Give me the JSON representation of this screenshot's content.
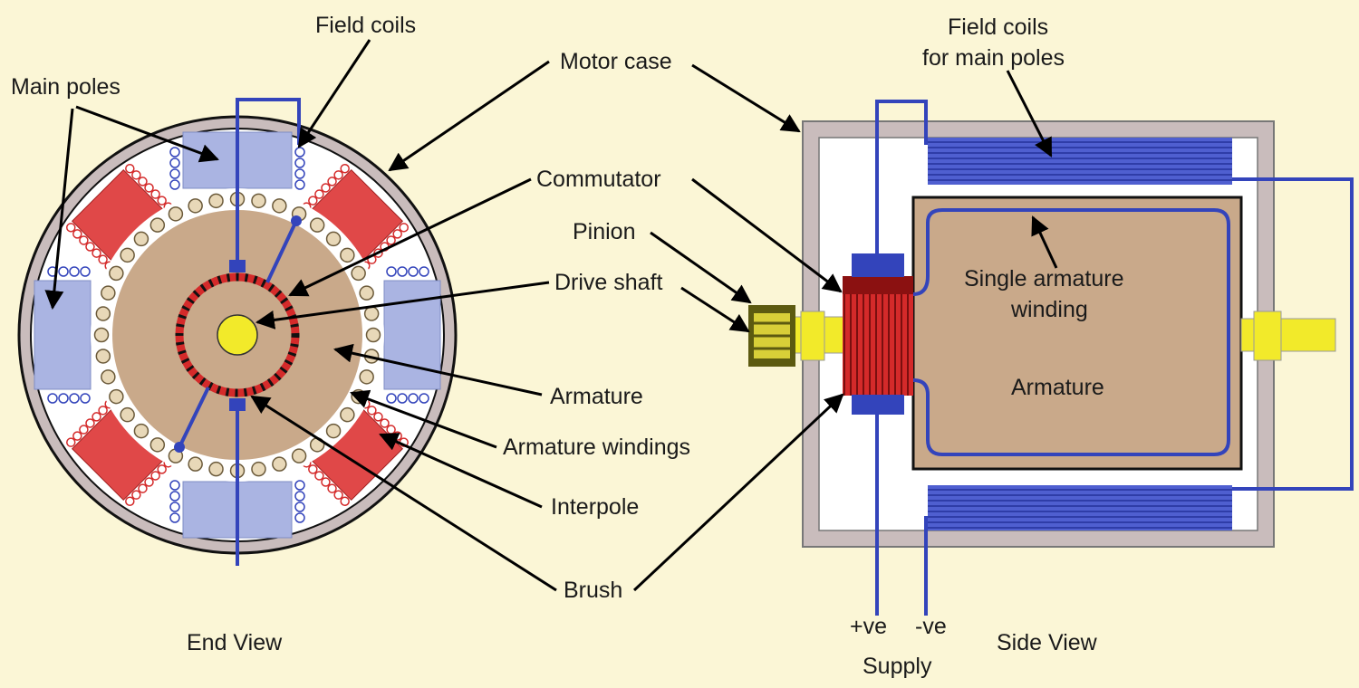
{
  "labels": {
    "field_coils": "Field coils",
    "main_poles": "Main poles",
    "motor_case": "Motor case",
    "commutator": "Commutator",
    "pinion": "Pinion",
    "drive_shaft": "Drive shaft",
    "armature": "Armature",
    "armature_windings": "Armature windings",
    "interpole": "Interpole",
    "brush": "Brush",
    "end_view": "End View",
    "field_coils_main_line1": "Field coils",
    "field_coils_main_line2": "for main poles",
    "single_winding_line1": "Single armature",
    "single_winding_line2": "winding",
    "armature_side": "Armature",
    "plus_ve": "+ve",
    "minus_ve": "-ve",
    "supply": "Supply",
    "side_view": "Side View"
  },
  "colors": {
    "background": "#fbf6d6",
    "case": "#c9bcbc",
    "main_pole": "#aab4e2",
    "interpole": "#e04848",
    "armature": "#c9a98a",
    "shaft": "#f2ea2a",
    "wire": "#3344bb"
  }
}
